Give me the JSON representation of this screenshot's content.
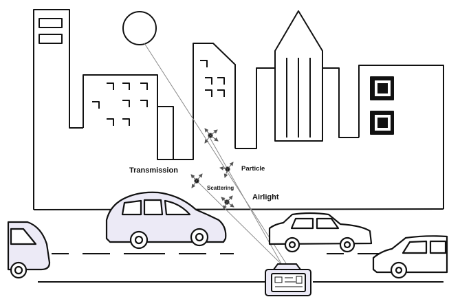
{
  "labels": {
    "transmission": "Transmission",
    "particle": "Particle",
    "scattering": "Scattering",
    "airlight": "Airlight"
  },
  "colors": {
    "ink": "#111111",
    "car_fill": "#eceaf6",
    "ray": "#8a8a8a",
    "background": "#ffffff"
  }
}
